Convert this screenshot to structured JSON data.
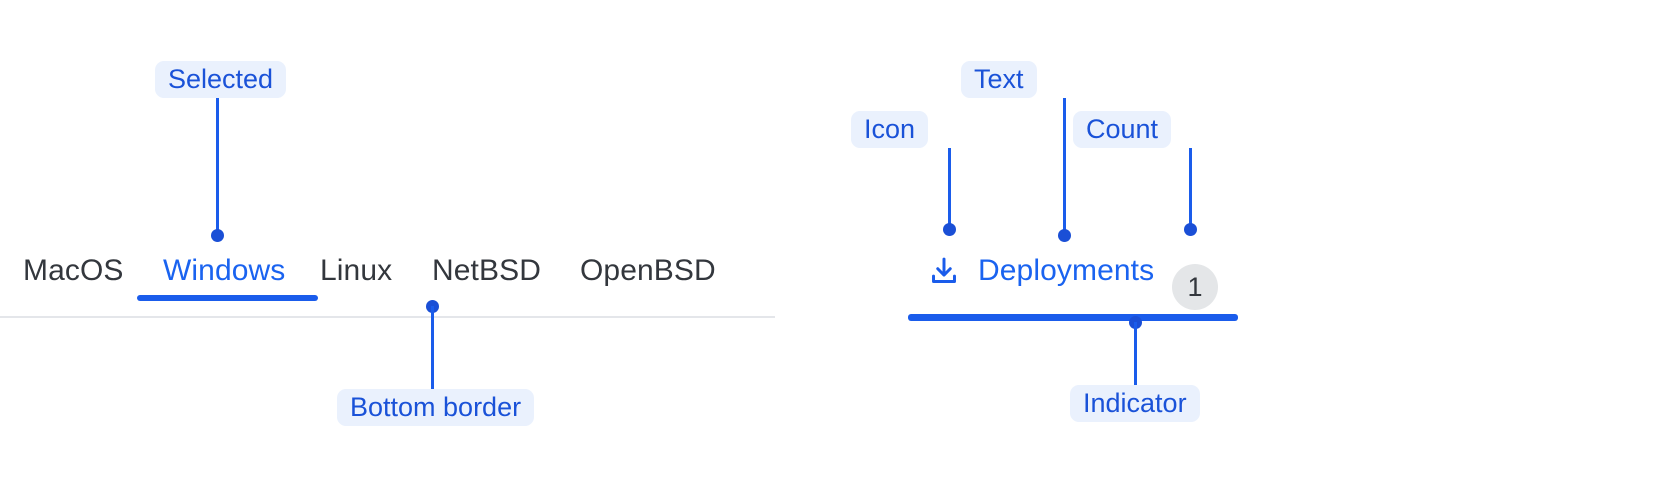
{
  "page": {
    "background_color": "#ffffff",
    "accent_color": "#1a5ceb",
    "annotation_text_color": "#1a52d8",
    "annotation_chip_color": "#eaf1fd",
    "tab_text_color": "#33373d",
    "border_color": "#e4e6ea",
    "badge_bg_color": "#e4e6e8"
  },
  "tab_group_left": {
    "name": "os-tabs",
    "tabs": [
      {
        "label": "MacOS",
        "selected": false
      },
      {
        "label": "Windows",
        "selected": true
      },
      {
        "label": "Linux",
        "selected": false
      },
      {
        "label": "NetBSD",
        "selected": false
      },
      {
        "label": "OpenBSD",
        "selected": false
      }
    ]
  },
  "tab_group_right": {
    "name": "deployments-tab",
    "icon": "download-icon",
    "label": "Deployments",
    "count": "1",
    "selected": true
  },
  "annotations": [
    {
      "id": "selected",
      "label": "Selected"
    },
    {
      "id": "bottom-border",
      "label": "Bottom border"
    },
    {
      "id": "icon",
      "label": "Icon"
    },
    {
      "id": "text",
      "label": "Text"
    },
    {
      "id": "count",
      "label": "Count"
    },
    {
      "id": "indicator",
      "label": "Indicator"
    }
  ]
}
